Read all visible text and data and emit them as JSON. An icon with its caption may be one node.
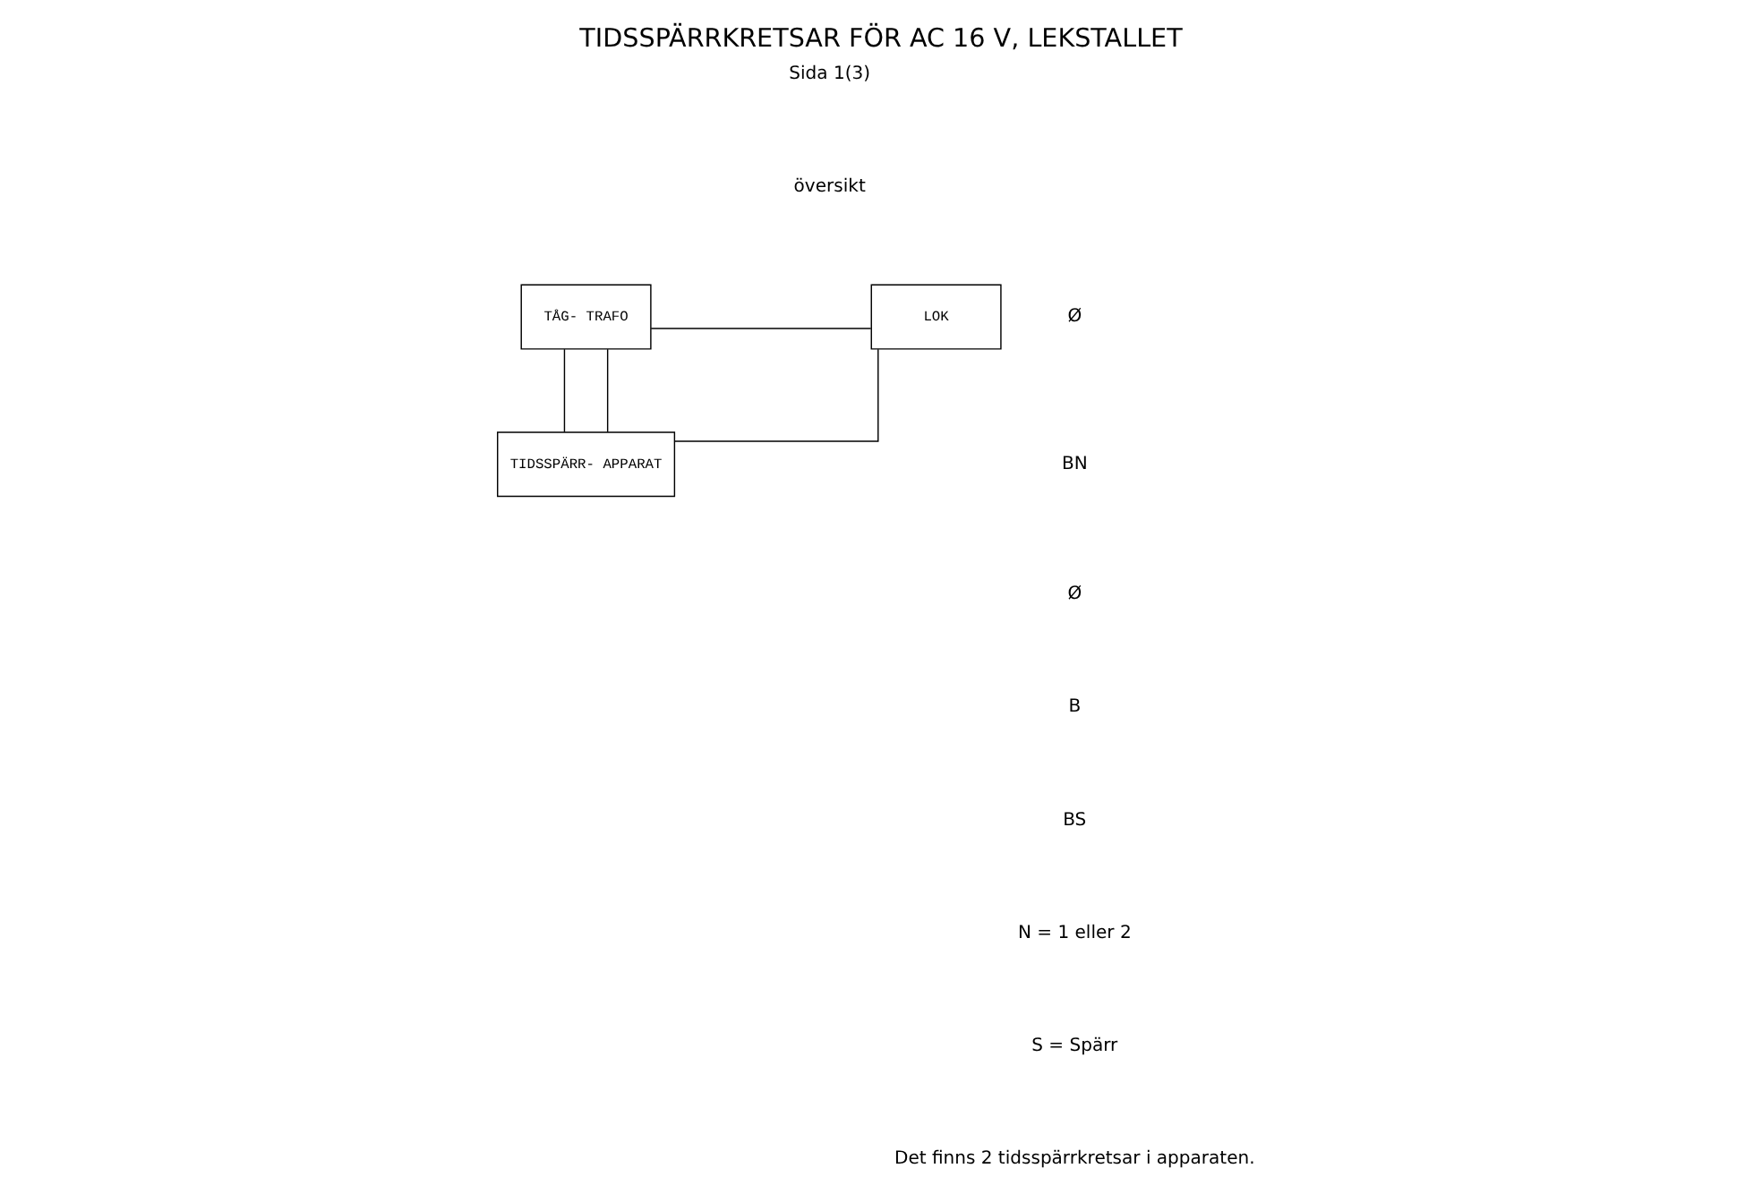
{
  "diagram": {
    "title": "TIDSSPÄRRKRETSAR FÖR AC 16 V, LEKSTALLET",
    "nodes": [
      {
        "text": [
          "TÅG- TRAFO"
        ]
      },
      {
        "text": [
          "LOK"
        ]
      },
      {
        "text": [
          "TIDSSPÄRR- APPARAT"
        ]
      }
    ],
    "edges": [
      {
        "from": 0,
        "to": 1,
        "arrow": "none"
      },
      {
        "from": 0,
        "to": 2,
        "arrow": "none"
      },
      {
        "from": 0,
        "to": 2,
        "arrow": "none"
      },
      {
        "from": 2,
        "to": 1,
        "arrow": "none"
      }
    ],
    "labels": [
      "Sida 1(3)",
      "översikt",
      "Ø",
      "BN",
      "Ø",
      "B",
      "BS",
      "N = 1 eller 2",
      "S = Spärr",
      "Det finns 2 tidsspärrkretsar i apparaten."
    ]
  }
}
